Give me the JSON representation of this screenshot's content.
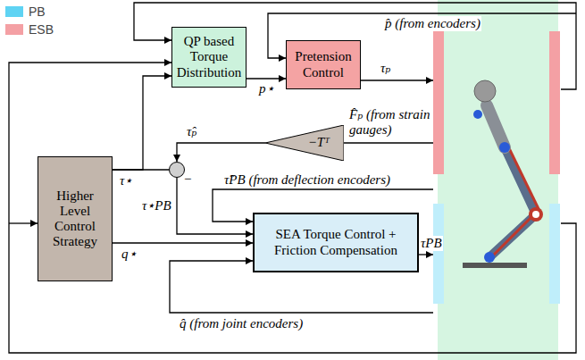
{
  "diagram": {
    "nodes": [
      {
        "text": [
          "QP based Torque Distribution"
        ]
      },
      {
        "text": [
          "Pretension Control"
        ]
      },
      {
        "text": [
          "−Tᵀ"
        ]
      },
      {
        "text": [
          "Higher Level Control Strategy"
        ]
      },
      {
        "text": [
          "−"
        ]
      },
      {
        "text": [
          "SEA Torque Control + Friction Compensation"
        ]
      }
    ],
    "edges": [
      {
        "from": 0,
        "to": 1,
        "arrow": "to",
        "label": "p⋆"
      },
      {
        "from": 3,
        "to": 0,
        "arrow": "to"
      },
      {
        "from": 3,
        "to": 4,
        "arrow": "none",
        "label": "τ⋆"
      },
      {
        "from": 2,
        "to": 4,
        "arrow": "to",
        "label": "τ̂ₚ"
      },
      {
        "from": 4,
        "to": 5,
        "arrow": "to",
        "label": "τ⋆PB"
      },
      {
        "from": 3,
        "to": 5,
        "arrow": "to",
        "label": "q⋆"
      }
    ],
    "labels": [
      "p̂ (from encoders)",
      "τₚ",
      "F̂ₚ (from strain gauges)",
      "τ̂PB (from deflection encoders)",
      "τPB",
      "q̂ (from joint encoders)"
    ],
    "legend": [
      {
        "text": "PB",
        "color": "#5fd3f3"
      },
      {
        "text": "ESB",
        "color": "#f4a0a4"
      }
    ]
  }
}
